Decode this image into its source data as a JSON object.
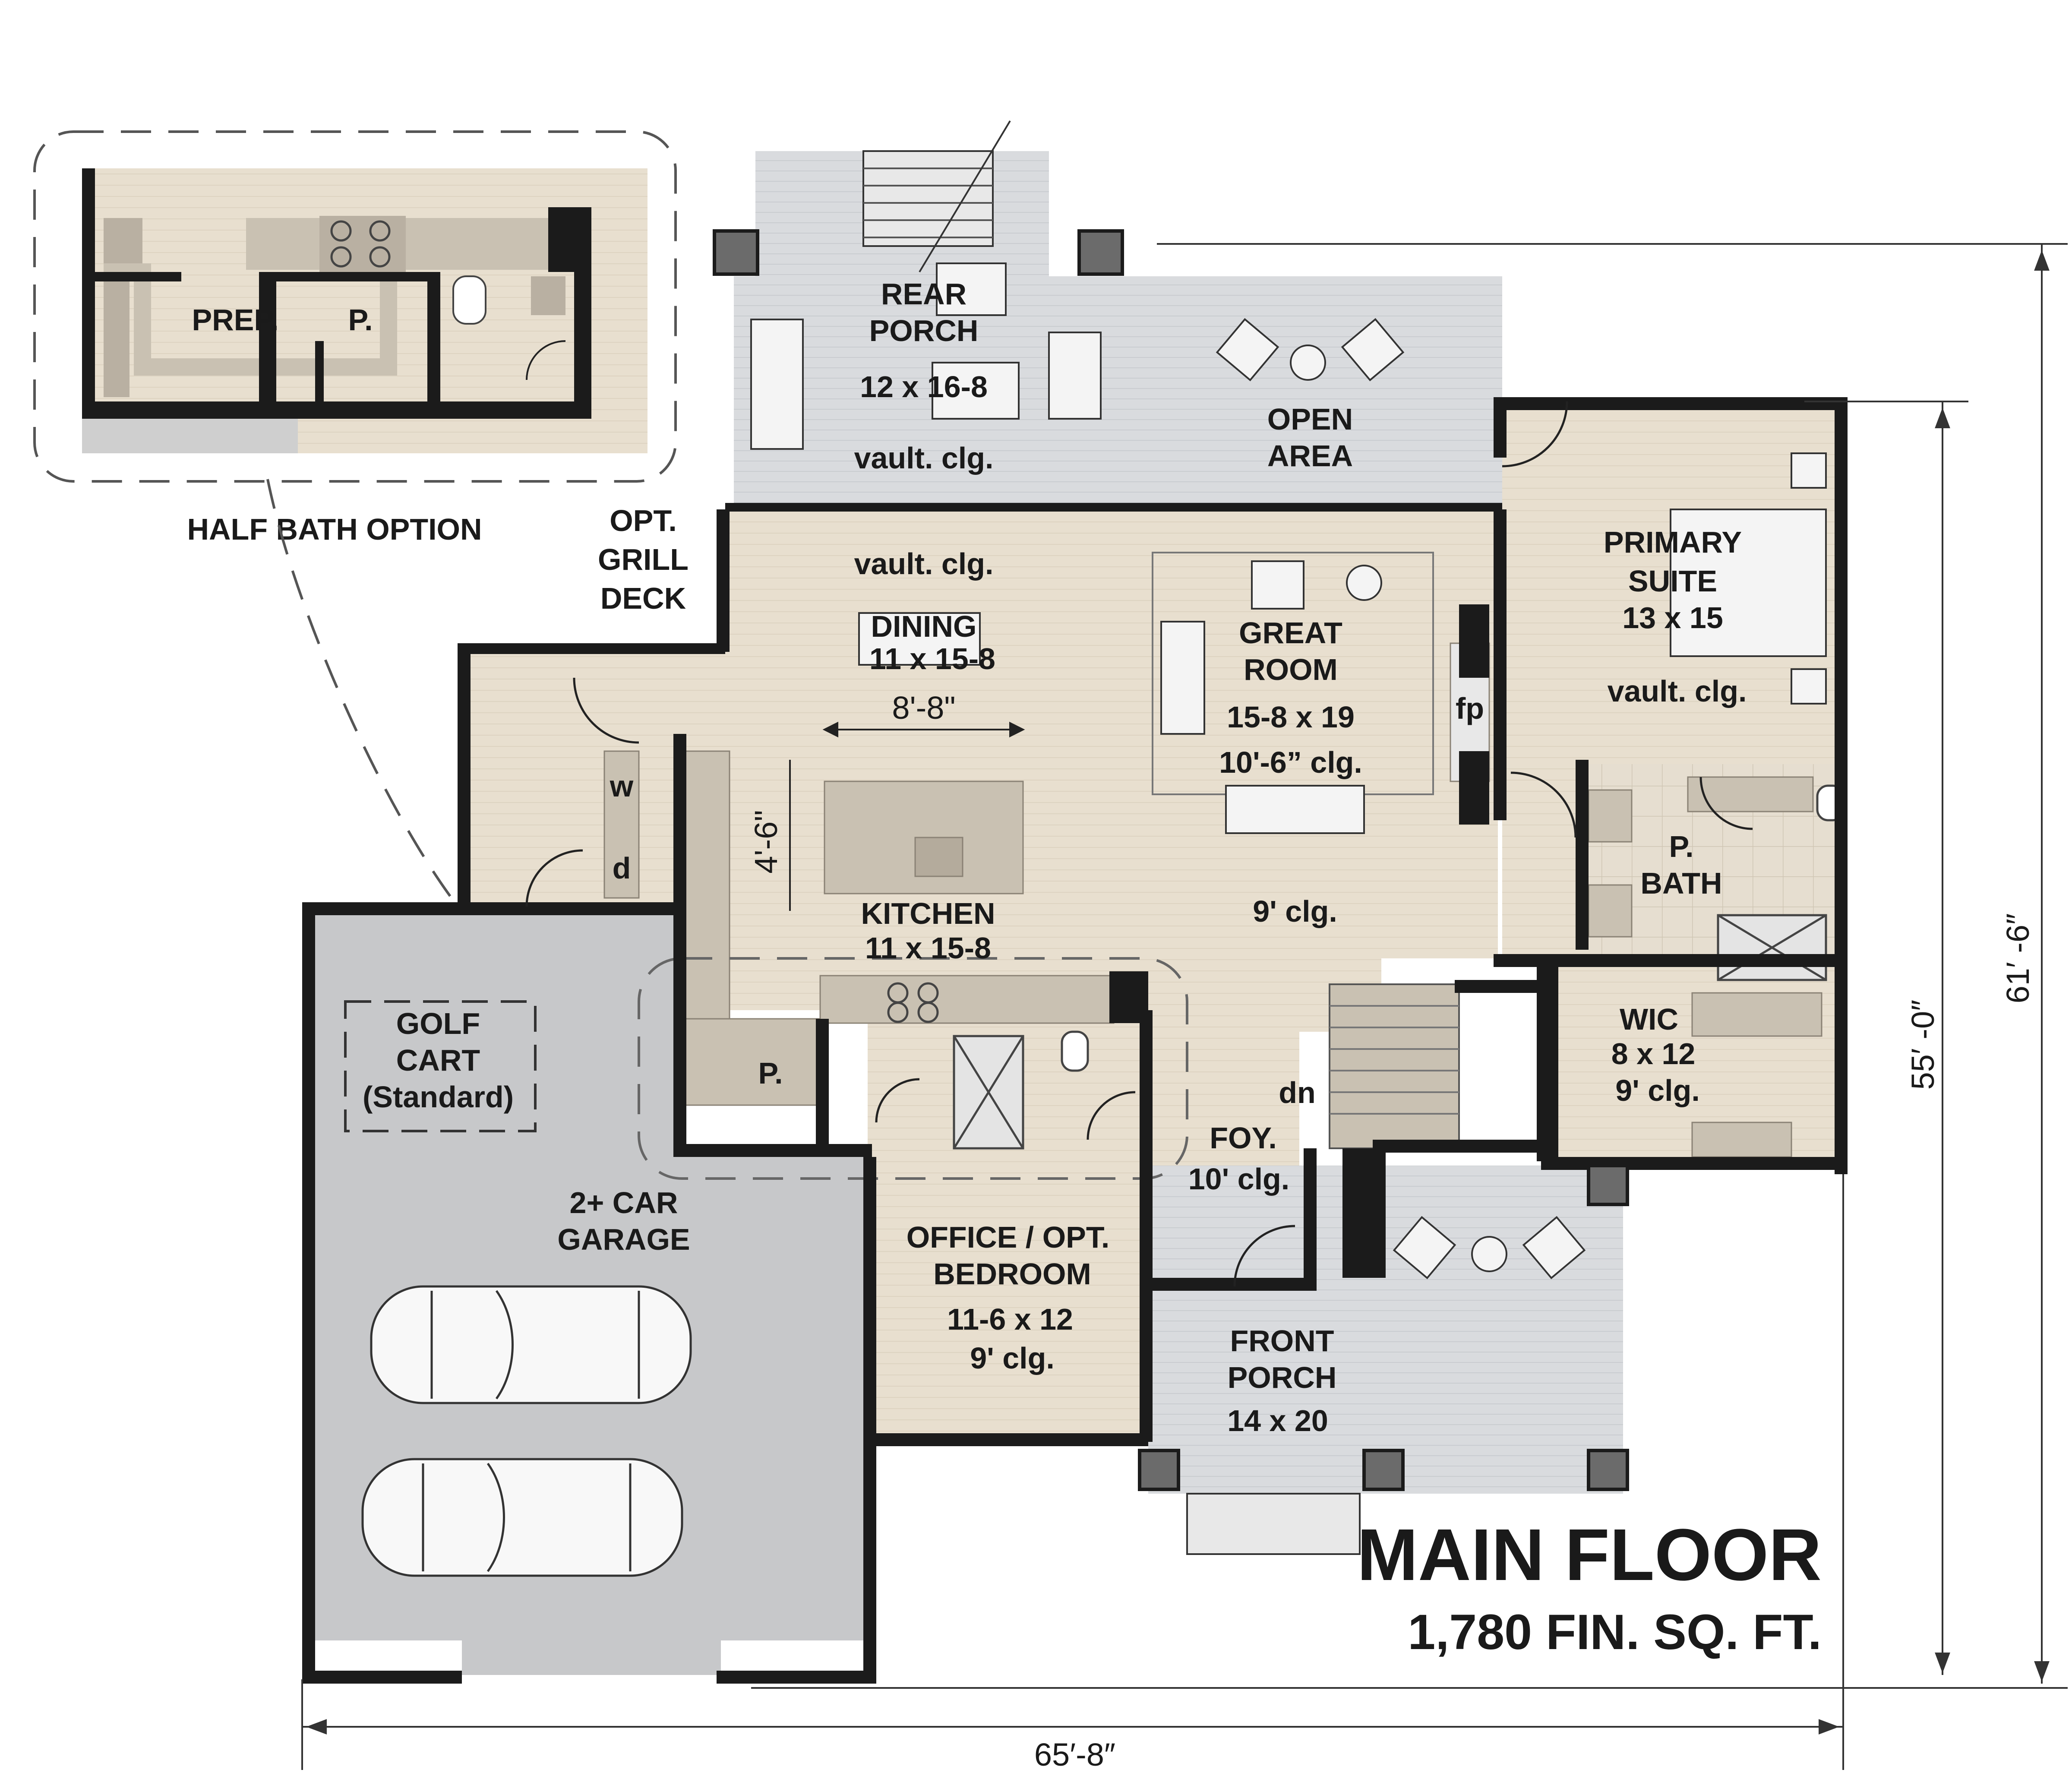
{
  "title": "MAIN FLOOR",
  "subtitle": "1,780 FIN. SQ. FT.",
  "inset": {
    "caption": "HALF BATH OPTION",
    "labels": [
      "PREP.",
      "P."
    ]
  },
  "rooms": {
    "rear_porch": [
      "REAR",
      "PORCH",
      "12 x 16-8",
      "vault. clg."
    ],
    "open_area": [
      "OPEN",
      "AREA"
    ],
    "grill_deck": [
      "OPT.",
      "GRILL",
      "DECK"
    ],
    "dining_clg": "vault. clg.",
    "dining": [
      "DINING",
      "11 x 15-8"
    ],
    "great_room": [
      "GREAT",
      "ROOM",
      "15-8 x 19",
      "10'-6” clg."
    ],
    "fireplace": "fp",
    "primary_suite": [
      "PRIMARY",
      "SUITE",
      "13 x 15",
      "vault. clg."
    ],
    "washer": "w",
    "dryer": "d",
    "kitchen": [
      "KITCHEN",
      "11 x 15-8"
    ],
    "great_clg": "9' clg.",
    "primary_bath": [
      "P.",
      "BATH"
    ],
    "golf_cart": [
      "GOLF",
      "CART",
      "(Standard)"
    ],
    "pantry": "P.",
    "wic": [
      "WIC",
      "8 x 12",
      "9' clg."
    ],
    "stair_dn": "dn",
    "foyer": [
      "FOY.",
      "10' clg."
    ],
    "garage": [
      "2+ CAR",
      "GARAGE"
    ],
    "office": [
      "OFFICE / OPT.",
      "BEDROOM",
      "11-6 x 12",
      "9' clg."
    ],
    "front_porch": [
      "FRONT",
      "PORCH",
      "14 x 20"
    ]
  },
  "dimensions": {
    "width": "65′-8″",
    "depth_main": "55′ -0″",
    "depth_total": "61′ -6″",
    "island_width": "8'-8\"",
    "island_depth": "4'-6\""
  },
  "colors": {
    "floor": "#e8dfcf",
    "porch": "#d8dadd",
    "garage": "#c7c8ca",
    "wall": "#1b1b1b",
    "cabinet": "#c9c1b2"
  }
}
